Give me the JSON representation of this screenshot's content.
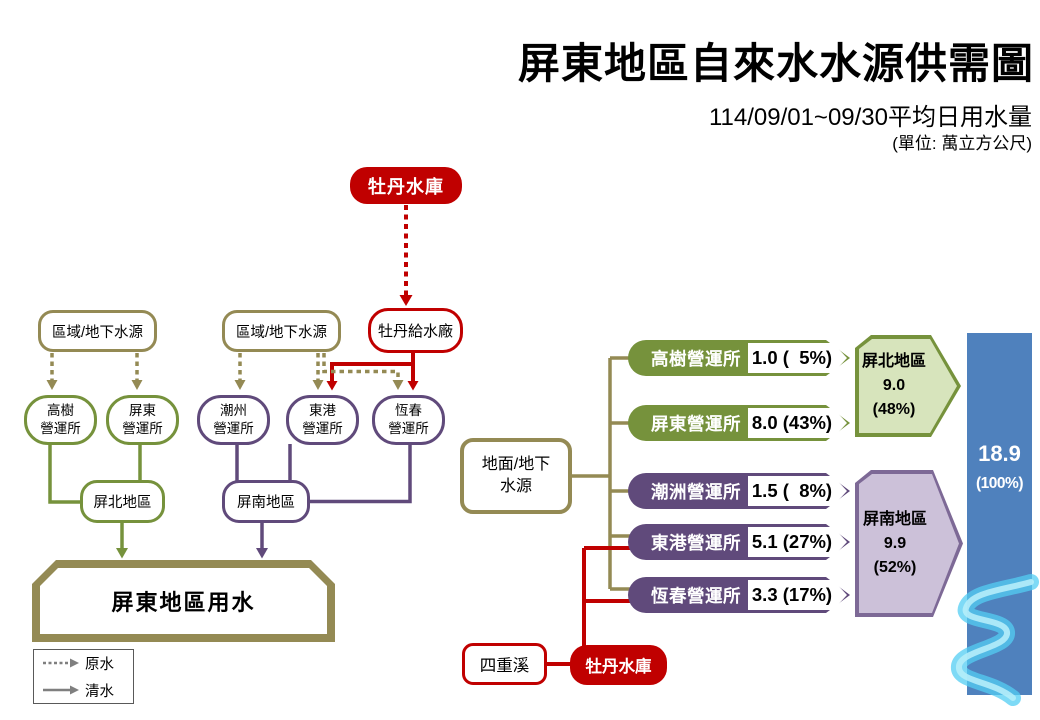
{
  "header": {
    "title": "屏東地區自來水水源供需圖",
    "subtitle": "114/09/01~09/30平均日用水量",
    "unit": "(單位: 萬立方公尺)"
  },
  "colors": {
    "red": "#C00000",
    "olive": "#948A54",
    "green": "#76923C",
    "purple": "#604A7B",
    "blue": "#4F81BD",
    "light_green": "#D7E4BC",
    "light_purple": "#CCC1D9",
    "river": "#53CDF3"
  },
  "flowchart": {
    "reservoir": "牡丹水庫",
    "source_left": "區域/地下水源",
    "source_mid": "區域/地下水源",
    "plant": "牡丹給水廠",
    "stations": [
      {
        "line1": "高樹",
        "line2": "營運所"
      },
      {
        "line1": "屏東",
        "line2": "營運所"
      },
      {
        "line1": "潮州",
        "line2": "營運所"
      },
      {
        "line1": "東港",
        "line2": "營運所"
      },
      {
        "line1": "恆春",
        "line2": "營運所"
      }
    ],
    "north_region": "屏北地區",
    "south_region": "屏南地區",
    "demand": "屏東地區用水",
    "legend": {
      "raw": "原水",
      "clean": "清水"
    }
  },
  "supply": {
    "source": {
      "line1": "地面/地下",
      "line2": "水源"
    },
    "rows": [
      {
        "name": "高樹營運所",
        "value": "1.0 (  5%)"
      },
      {
        "name": "屏東營運所",
        "value": "8.0 (43%)"
      },
      {
        "name": "潮洲營運所",
        "value": "1.5 (  8%)"
      },
      {
        "name": "東港營運所",
        "value": "5.1 (27%)"
      },
      {
        "name": "恆春營運所",
        "value": "3.3 (17%)"
      }
    ],
    "north": {
      "name": "屏北地區",
      "value": "9.0",
      "pct": "(48%)"
    },
    "south": {
      "name": "屏南地區",
      "value": "9.9",
      "pct": "(52%)"
    },
    "total": {
      "value": "18.9",
      "pct": "(100%)"
    },
    "stream": "四重溪",
    "reservoir": "牡丹水庫"
  }
}
